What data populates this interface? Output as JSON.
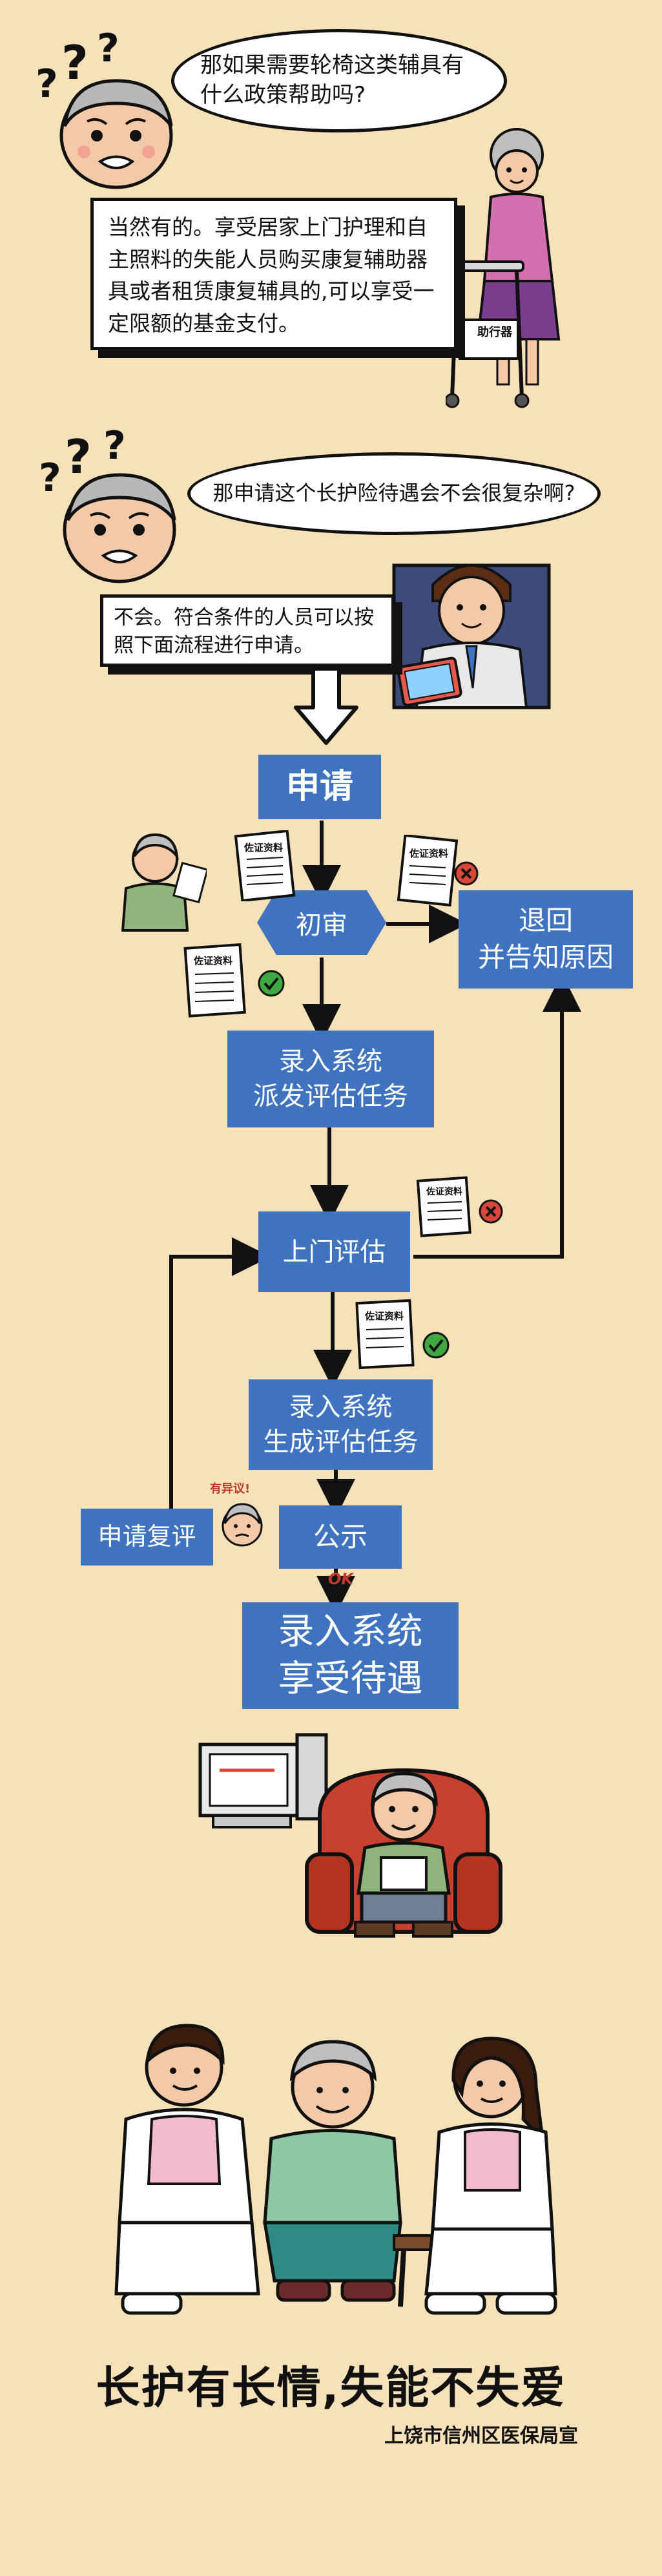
{
  "panel1": {
    "question": "那如果需要轮椅这类辅具有什么政策帮助吗?",
    "answer": "当然有的。享受居家上门护理和自主照料的失能人员购买康复辅助器具或者租赁康复辅具的,可以享受一定限额的基金支付。",
    "walker_label": "助行器"
  },
  "panel2": {
    "question": "那申请这个长护险待遇会不会很复杂啊?",
    "answer": "不会。符合条件的人员可以按照下面流程进行申请。"
  },
  "flow": {
    "apply": "申请",
    "initial_review": "初审",
    "reject_line1": "退回",
    "reject_line2": "并告知原因",
    "enter1_line1": "录入系统",
    "enter1_line2": "派发评估任务",
    "home_assess": "上门评估",
    "enter2_line1": "录入系统",
    "enter2_line2": "生成评估任务",
    "publicize": "公示",
    "reapply": "申请复评",
    "objection": "有异议!",
    "ok": "OK",
    "final_line1": "录入系统",
    "final_line2": "享受待遇",
    "doc_label": "佐证资料"
  },
  "footer": {
    "slogan": "长护有长情,失能不失爱",
    "credit": "上饶市信州区医保局宣"
  },
  "colors": {
    "background": "#f6e1b8",
    "flow_blue": "#3f73bf",
    "reject_red": "#d9463a",
    "ok_green": "#3fa83f"
  }
}
